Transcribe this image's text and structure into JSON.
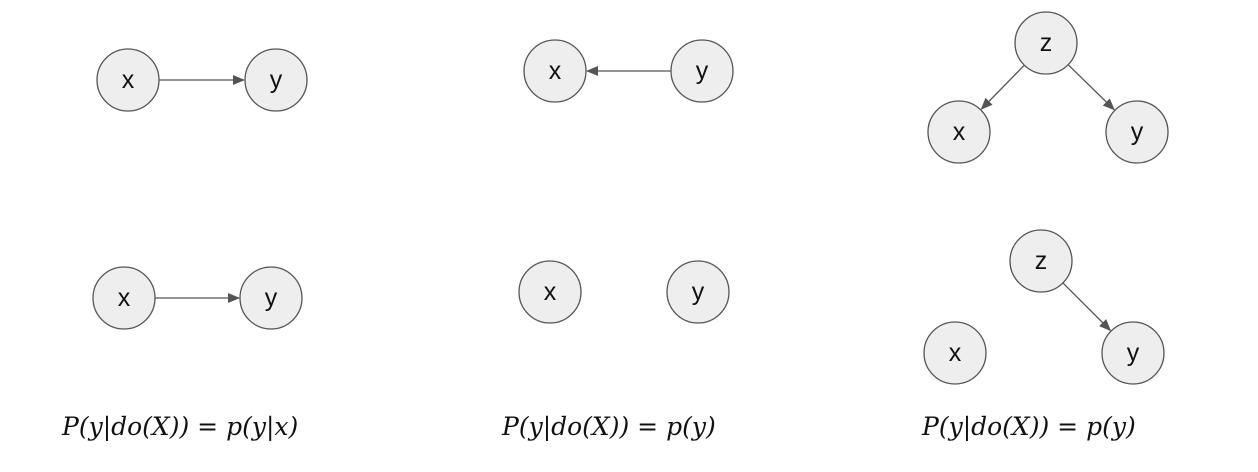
{
  "colors": {
    "node_fill": "#eeeeee",
    "stroke": "#555555",
    "text": "#111111"
  },
  "panels": [
    {
      "top": {
        "nodes": [
          {
            "id": "x",
            "label": "x"
          },
          {
            "id": "y",
            "label": "y"
          }
        ],
        "edges": [
          {
            "from": "x",
            "to": "y"
          }
        ]
      },
      "bottom": {
        "nodes": [
          {
            "id": "x",
            "label": "x"
          },
          {
            "id": "y",
            "label": "y"
          }
        ],
        "edges": [
          {
            "from": "x",
            "to": "y"
          }
        ]
      },
      "formula": "P(y|do(X)) = p(y|x)"
    },
    {
      "top": {
        "nodes": [
          {
            "id": "x",
            "label": "x"
          },
          {
            "id": "y",
            "label": "y"
          }
        ],
        "edges": [
          {
            "from": "y",
            "to": "x"
          }
        ]
      },
      "bottom": {
        "nodes": [
          {
            "id": "x",
            "label": "x"
          },
          {
            "id": "y",
            "label": "y"
          }
        ],
        "edges": []
      },
      "formula": "P(y|do(X)) = p(y)"
    },
    {
      "top": {
        "nodes": [
          {
            "id": "z",
            "label": "z"
          },
          {
            "id": "x",
            "label": "x"
          },
          {
            "id": "y",
            "label": "y"
          }
        ],
        "edges": [
          {
            "from": "z",
            "to": "x"
          },
          {
            "from": "z",
            "to": "y"
          }
        ]
      },
      "bottom": {
        "nodes": [
          {
            "id": "z",
            "label": "z"
          },
          {
            "id": "x",
            "label": "x"
          },
          {
            "id": "y",
            "label": "y"
          }
        ],
        "edges": [
          {
            "from": "z",
            "to": "y"
          }
        ]
      },
      "formula": "P(y|do(X)) = p(y)"
    }
  ]
}
